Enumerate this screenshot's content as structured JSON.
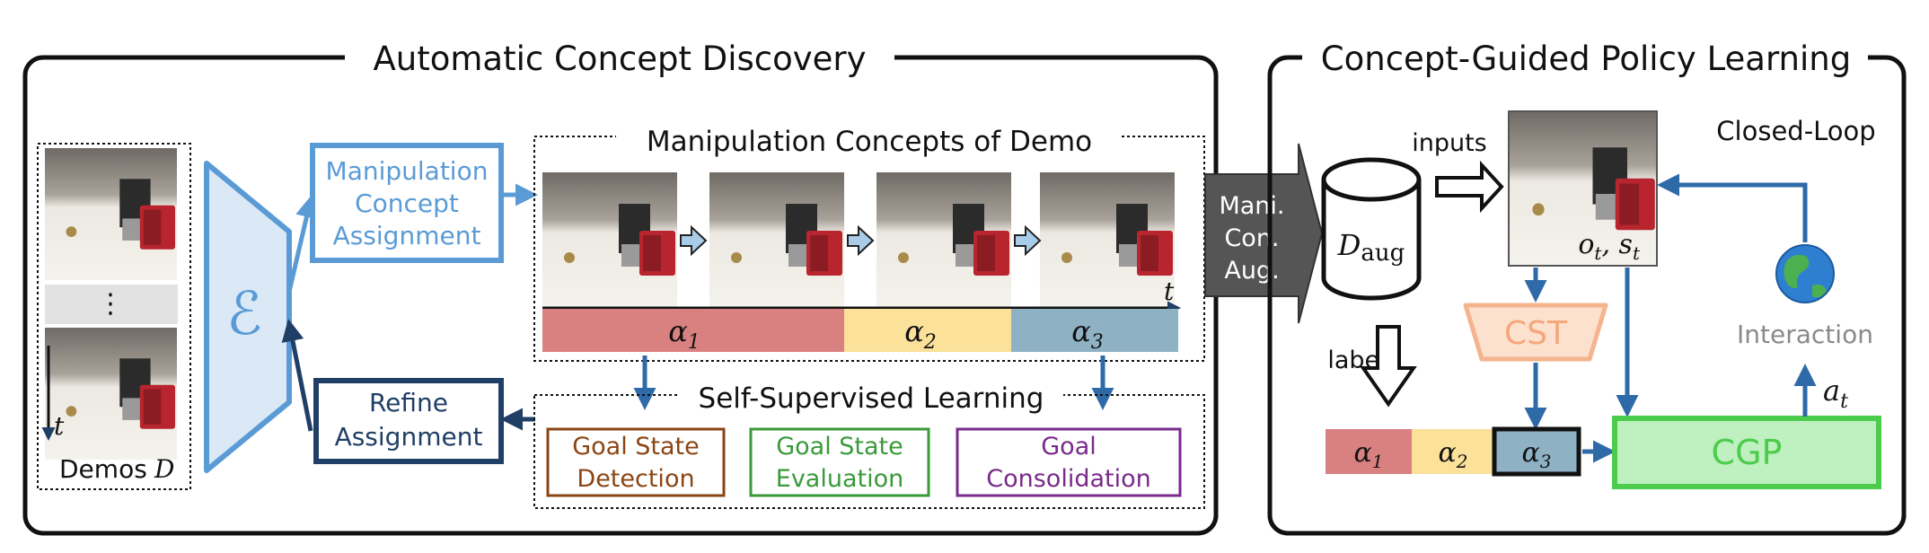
{
  "left_panel": {
    "title": "Automatic Concept Discovery",
    "demos": {
      "ellipsis": "⋮",
      "time_label": "t",
      "label": "Demos",
      "label_symbol": "D"
    },
    "encoder_symbol": "ℰ",
    "manipulation_assignment": [
      "Manipulation",
      "Concept",
      "Assignment"
    ],
    "refine_assignment": [
      "Refine",
      "Assignment"
    ],
    "concepts_box": {
      "title": "Manipulation Concepts of Demo",
      "time_label": "t",
      "segments": [
        {
          "label": "α",
          "sub": "1",
          "color": "#d98080"
        },
        {
          "label": "α",
          "sub": "2",
          "color": "#fbe19a"
        },
        {
          "label": "α",
          "sub": "3",
          "color": "#8fb1c4"
        }
      ]
    },
    "ssl_box": {
      "title": "Self-Supervised Learning",
      "items": [
        {
          "lines": [
            "Goal State",
            "Detection"
          ],
          "color": "#8b4513"
        },
        {
          "lines": [
            "Goal State",
            "Evaluation"
          ],
          "color": "#3a9a3a"
        },
        {
          "lines": [
            "Goal",
            "Consolidation"
          ],
          "color": "#7a2a8a"
        }
      ]
    }
  },
  "augmentation": [
    "Mani.",
    "Con.",
    "Aug."
  ],
  "right_panel": {
    "title": "Concept-Guided Policy Learning",
    "dataset": {
      "symbol": "D",
      "sub": "aug"
    },
    "inputs_label": "inputs",
    "labels_label": "labels",
    "obs_label": "o",
    "obs_sub": "t",
    "state_label": "s",
    "state_sub": "t",
    "closed_loop": "Closed-Loop",
    "interaction": "Interaction",
    "cst": "CST",
    "cgp": "CGP",
    "action_label": "a",
    "action_sub": "t",
    "sequence": [
      {
        "label": "α",
        "sub": "1",
        "color": "#d98080"
      },
      {
        "label": "α",
        "sub": "2",
        "color": "#fbe19a"
      },
      {
        "label": "α",
        "sub": "3",
        "color": "#8fb1c4"
      }
    ]
  },
  "colors": {
    "light_blue": "#5b9bd5",
    "dark_blue": "#1f3f66",
    "arrow_blue": "#2e6aa8",
    "cst_orange": "#f5b48e",
    "cgp_green": "#4ccc4c",
    "gray": "#555555"
  }
}
